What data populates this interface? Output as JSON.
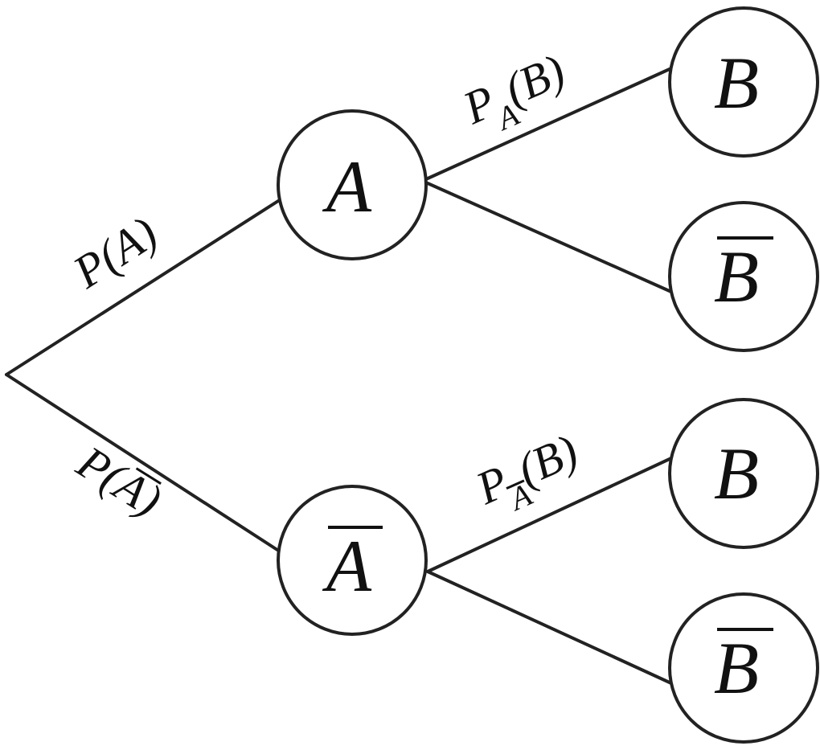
{
  "tree": {
    "nodes": {
      "a": {
        "label": "A",
        "overline": false
      },
      "a_bar": {
        "label": "A",
        "overline": true
      },
      "b_1": {
        "label": "B",
        "overline": false
      },
      "b_bar_1": {
        "label": "B",
        "overline": true
      },
      "b_2": {
        "label": "B",
        "overline": false
      },
      "b_bar_2": {
        "label": "B",
        "overline": true
      }
    },
    "edges": {
      "p_a": {
        "text": "P(A)"
      },
      "p_a_bar": {
        "text": "P(A)"
      },
      "p_a_b": {
        "main": "P",
        "subscript": "A",
        "argument": "(B)"
      },
      "p_a_bar_b": {
        "main": "P",
        "subscript": "A",
        "argument": "(B)"
      }
    }
  }
}
